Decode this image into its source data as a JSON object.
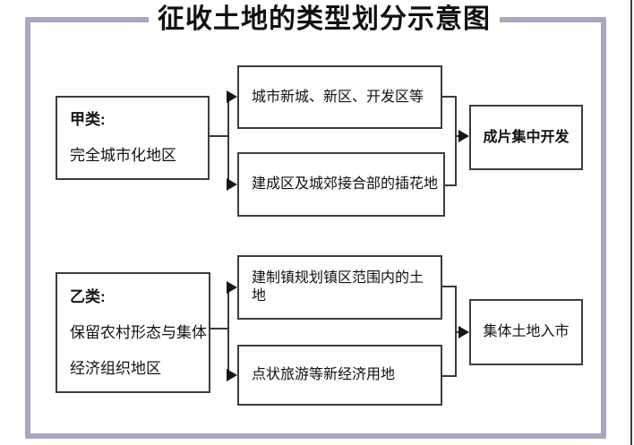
{
  "title": "征收土地的类型划分示意图",
  "colors": {
    "frame": "#a7a7c3",
    "line": "#3a3a3a",
    "box_border": "#3d3d3d",
    "text": "#111111"
  },
  "flow": {
    "groups": [
      {
        "source_heading": "甲类:",
        "source_lines": [
          "完全城市化地区"
        ],
        "branches": [
          "城市新城、新区、开发区等",
          "建成区及城郊接合部的插花地"
        ],
        "result": "成片集中开发"
      },
      {
        "source_heading": "乙类:",
        "source_lines": [
          "保留农村形态与集体",
          "经济组织地区"
        ],
        "branches": [
          "建制镇规划镇区范围内的土地",
          "点状旅游等新经济用地"
        ],
        "result": "集体土地入市"
      }
    ]
  }
}
